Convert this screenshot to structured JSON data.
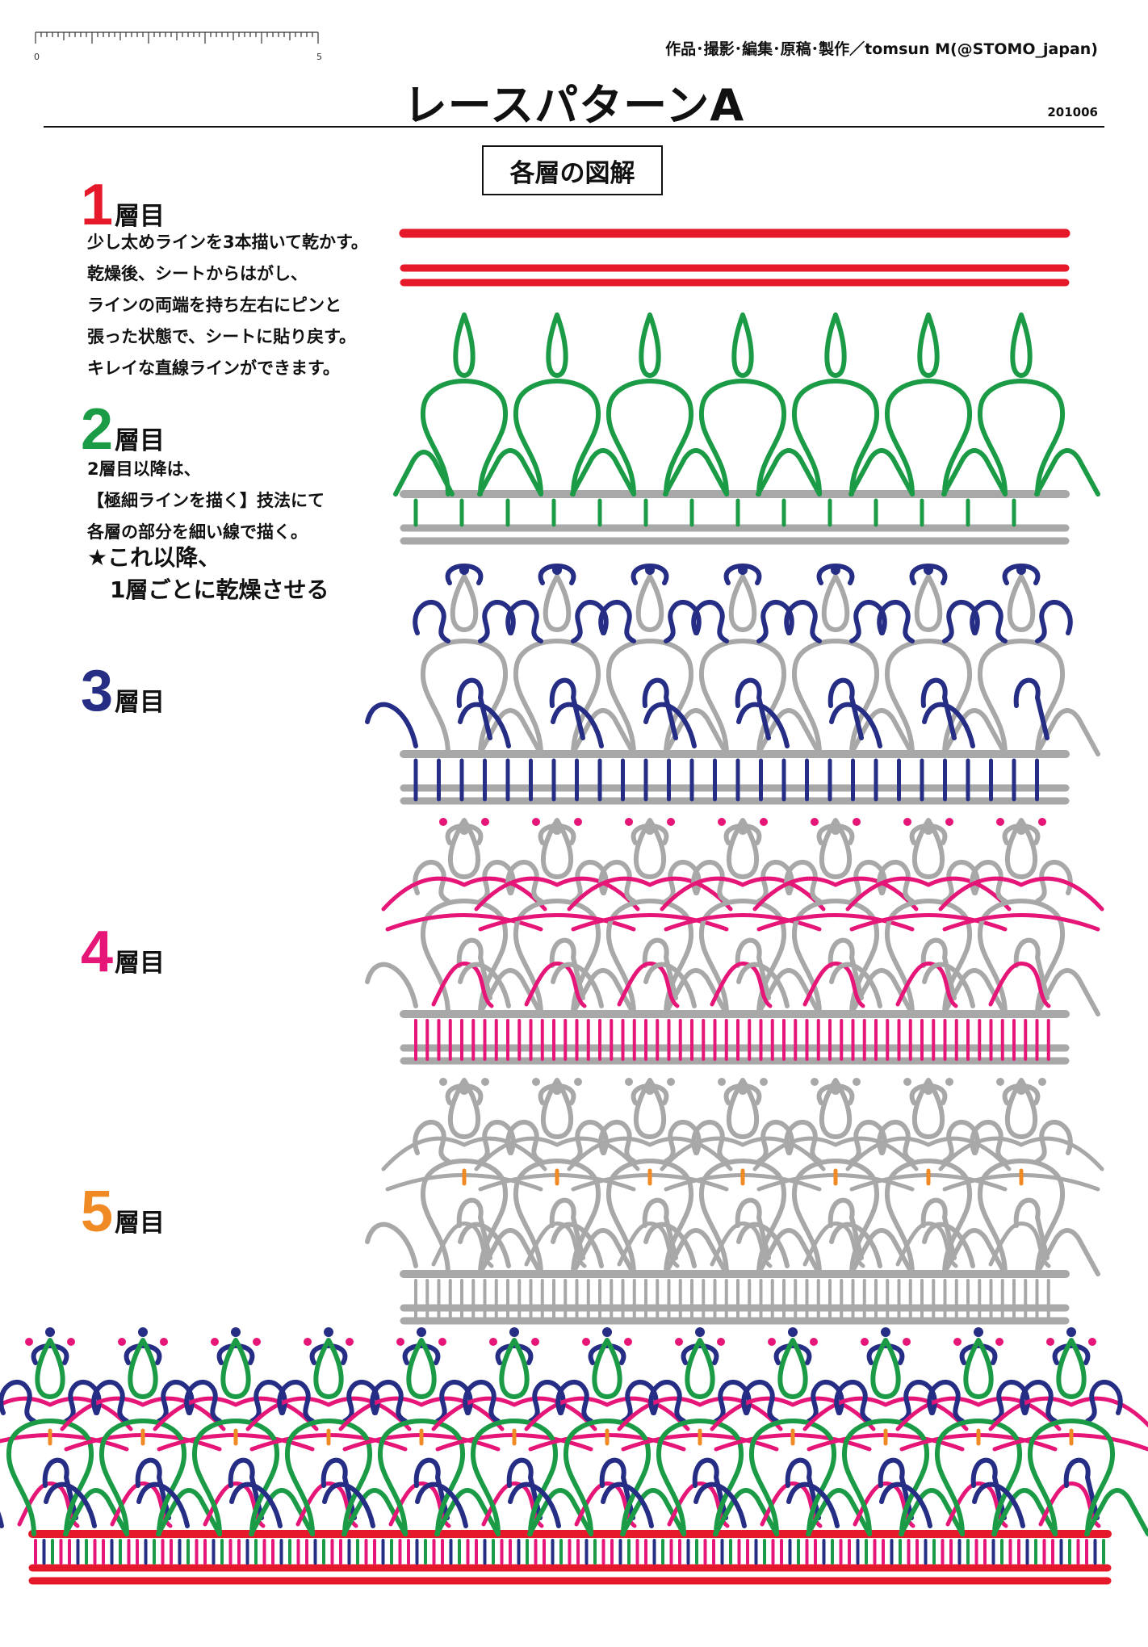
{
  "header": {
    "credit": "作品･撮影･編集･原稿･製作／tomsun M(@STOMO_japan)",
    "title": "レースパターンA",
    "date": "201006",
    "ruler_labels": [
      "0",
      "5"
    ]
  },
  "section_title": "各層の図解",
  "colors": {
    "layer1": "#e5192a",
    "layer2": "#1c9b46",
    "layer3": "#252d84",
    "layer4": "#e51677",
    "layer5": "#f08a24",
    "previous_layers": "#a8a8a8"
  },
  "layers": [
    {
      "number": "1",
      "label": "層目",
      "description": "少し太めラインを3本描いて乾かす。\n乾燥後、シートからはがし、\nラインの両端を持ち左右にピンと\n張った状態で、シートに貼り戻す。\nキレイな直線ラインができます。"
    },
    {
      "number": "2",
      "label": "層目",
      "description": "2層目以降は、\n【極細ラインを描く】技法にて\n各層の部分を細い線で描く。",
      "note": "★これ以降、\n　1層ごとに乾燥させる"
    },
    {
      "number": "3",
      "label": "層目"
    },
    {
      "number": "4",
      "label": "層目"
    },
    {
      "number": "5",
      "label": "層目"
    }
  ]
}
